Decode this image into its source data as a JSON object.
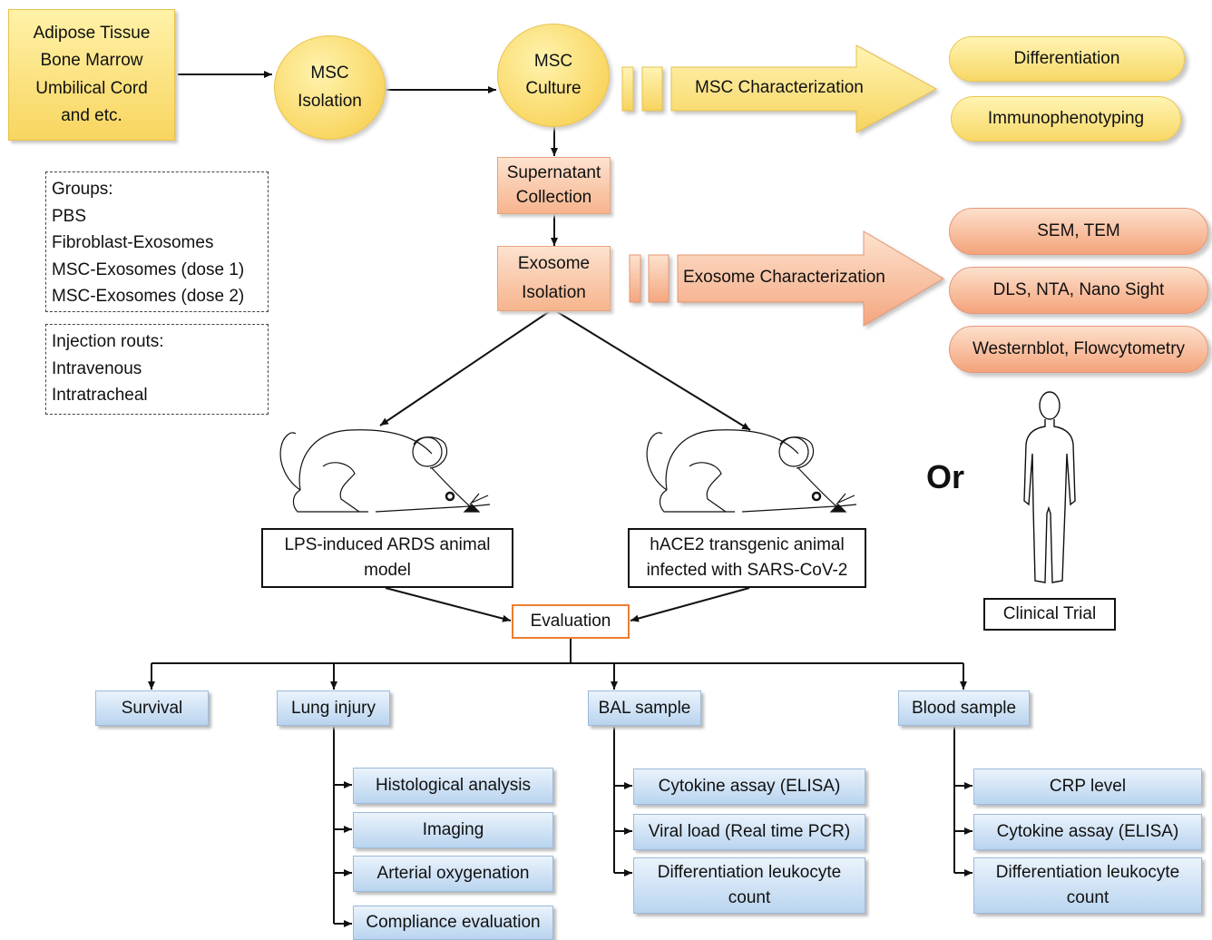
{
  "sources": {
    "lines": [
      "Adipose Tissue",
      "Bone Marrow",
      "Umbilical Cord",
      "and etc."
    ]
  },
  "msc_isolation": {
    "lines": [
      "MSC",
      "Isolation"
    ]
  },
  "msc_culture": {
    "lines": [
      "MSC",
      "Culture"
    ]
  },
  "msc_characterization": {
    "label": "MSC Characterization",
    "results": [
      "Differentiation",
      "Immunophenotyping"
    ]
  },
  "supernatant": {
    "lines": [
      "Supernatant",
      "Collection"
    ]
  },
  "exosome_isolation": {
    "lines": [
      "Exosome",
      "Isolation"
    ]
  },
  "exosome_characterization": {
    "label": "Exosome Characterization",
    "results": [
      "SEM, TEM",
      "DLS, NTA, Nano Sight",
      "Westernblot, Flowcytometry"
    ]
  },
  "groups": {
    "title": "Groups:",
    "items": [
      "PBS",
      "Fibroblast-Exosomes",
      "MSC-Exosomes (dose 1)",
      "MSC-Exosomes (dose 2)"
    ]
  },
  "injection": {
    "title": "Injection routs:",
    "items": [
      "Intravenous",
      "Intratracheal"
    ]
  },
  "models": [
    {
      "text": "LPS-induced ARDS animal model"
    },
    {
      "text": "hACE2 transgenic animal infected with SARS-CoV-2"
    }
  ],
  "or_label": "Or",
  "clinical_trial": "Clinical Trial",
  "evaluation": "Evaluation",
  "categories": [
    {
      "label": "Survival",
      "items": []
    },
    {
      "label": "Lung injury",
      "items": [
        "Histological analysis",
        "Imaging",
        "Arterial oxygenation",
        "Compliance evaluation"
      ]
    },
    {
      "label": "BAL sample",
      "items": [
        "Cytokine assay (ELISA)",
        "Viral load (Real time PCR)",
        "Differentiation leukocyte count"
      ]
    },
    {
      "label": "Blood sample",
      "items": [
        "CRP level",
        "Cytokine assay (ELISA)",
        "Differentiation leukocyte count"
      ]
    }
  ],
  "colors": {
    "yellow": "#f8d560",
    "peach": "#f6b48d",
    "blue": "#b9d4ef",
    "evaluation_border": "#ed7d31"
  }
}
